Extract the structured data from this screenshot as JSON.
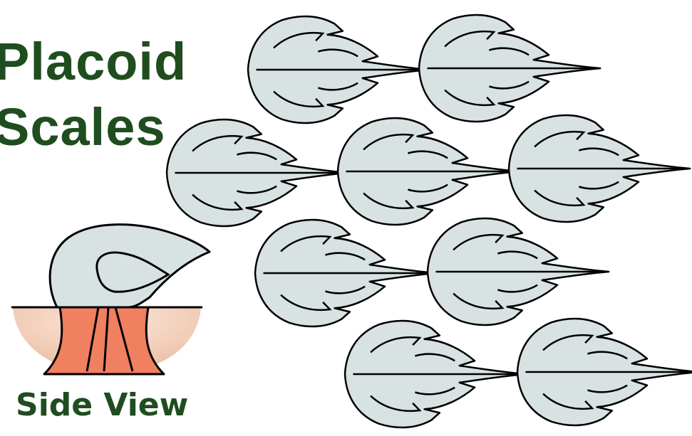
{
  "title": {
    "line1": "Placoid",
    "line2": "Scales"
  },
  "caption": "Side View",
  "colors": {
    "title": "#1f4d1f",
    "caption": "#1f4d1f",
    "scale_fill": "#d8e2e2",
    "outline": "#000000",
    "base": "#f08060",
    "skin_tint": "#f2cdb8"
  },
  "scale_count": 10
}
